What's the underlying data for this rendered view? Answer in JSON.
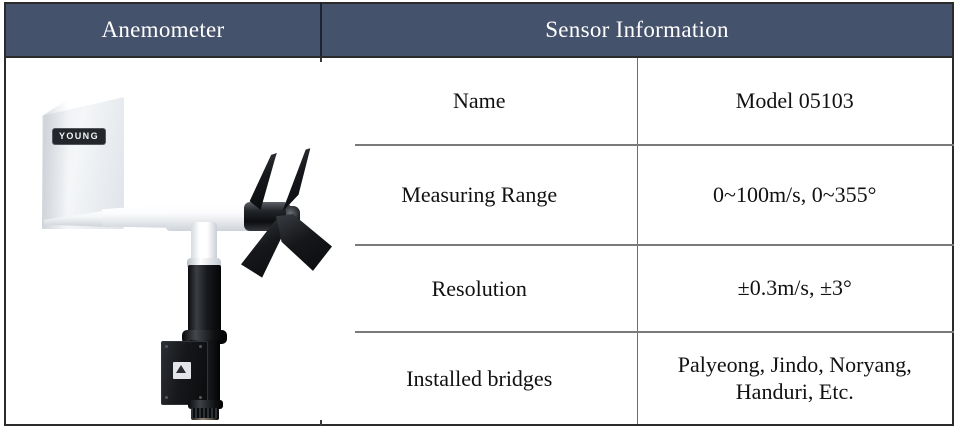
{
  "table": {
    "headers": {
      "left": "Anemometer",
      "right": "Sensor Information"
    },
    "image": {
      "alt": "Anemometer photo",
      "brand_label": "YOUNG"
    },
    "rows": [
      {
        "label": "Name",
        "value": "Model 05103"
      },
      {
        "label": "Measuring Range",
        "value": "0~100m/s, 0~355°"
      },
      {
        "label": "Resolution",
        "value": "±0.3m/s, ±3°"
      },
      {
        "label": "Installed bridges",
        "value": "Palyeong, Jindo, Noryang, Handuri, Etc."
      }
    ]
  },
  "colors": {
    "header_background": "#45526b",
    "header_text": "#ffffff",
    "cell_background": "#ffffff",
    "cell_text": "#111111",
    "outer_border": "#2b2b2b",
    "inner_border": "#7a7a7a"
  }
}
